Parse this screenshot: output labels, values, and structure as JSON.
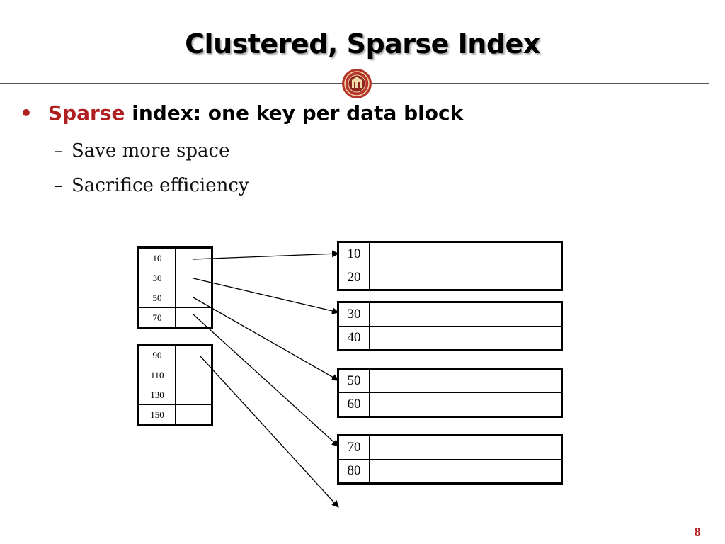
{
  "slide": {
    "title": "Clustered, Sparse Index",
    "bullet_accent": "Sparse",
    "bullet_rest": " index: one key per data block",
    "sub_items": [
      "Save more space",
      "Sacrifice efficiency"
    ],
    "page_number": "8"
  },
  "diagram": {
    "index_blocks": [
      {
        "keys": [
          "10",
          "30",
          "50",
          "70"
        ]
      },
      {
        "keys": [
          "90",
          "110",
          "130",
          "150"
        ]
      }
    ],
    "data_blocks": [
      {
        "keys": [
          "10",
          "20"
        ]
      },
      {
        "keys": [
          "30",
          "40"
        ]
      },
      {
        "keys": [
          "50",
          "60"
        ]
      },
      {
        "keys": [
          "70",
          "80"
        ]
      }
    ]
  },
  "colors": {
    "accent": "#b02020",
    "seal": "#b5342c"
  }
}
